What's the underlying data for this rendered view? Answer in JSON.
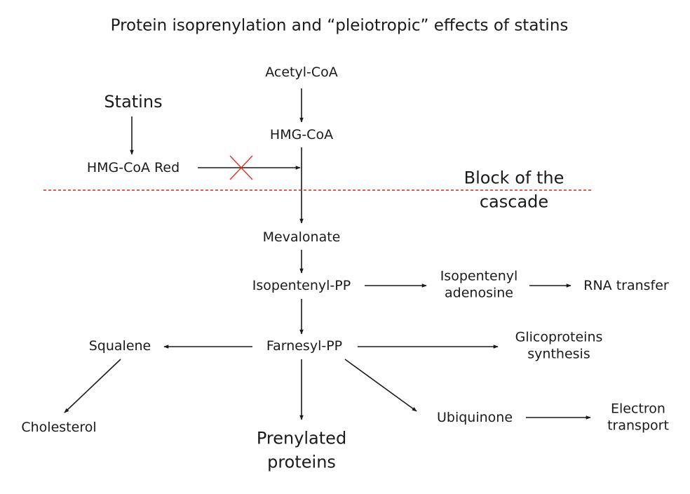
{
  "title": "Protein isoprenylation and “pleiotropic” effects of statins",
  "nodes": {
    "acetyl_coa": "Acetyl-CoA",
    "hmg_coa": "HMG-CoA",
    "statins": "Statins",
    "hmg_coa_red": "HMG-CoA Red",
    "block": "Block of the\ncascade",
    "mevalonate": "Mevalonate",
    "isopentenyl_pp": "Isopentenyl-PP",
    "isopentenyl_adenosine": "Isopentenyl\nadenosine",
    "rna_transfer": "RNA transfer",
    "farnesyl_pp": "Farnesyl-PP",
    "squalene": "Squalene",
    "glicoproteins": "Glicoproteins\nsynthesis",
    "cholesterol": "Cholesterol",
    "prenylated_proteins": "Prenylated\nproteins",
    "ubiquinone": "Ubiquinone",
    "electron_transport": "Electron\ntransport"
  },
  "colors": {
    "ink": "#1a1a1a",
    "inhibit": "#e0301e",
    "block_line": "#d9261c"
  }
}
